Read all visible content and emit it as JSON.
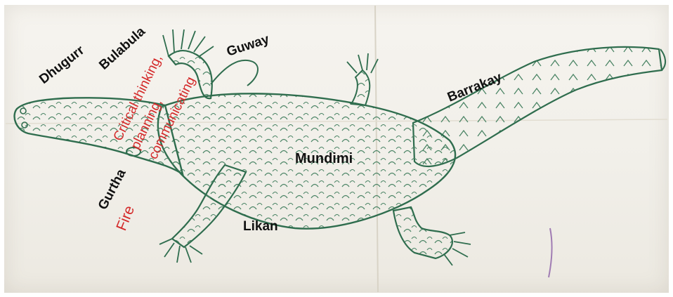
{
  "labels": {
    "dhugurr": "Dhugurr",
    "bulabula": "Bulabula",
    "guway": "Guway",
    "barrakay": "Barrakay",
    "mundimi": "Mundimi",
    "gurtha": "Gurtha",
    "likan": "Likan"
  },
  "red_labels": {
    "critical": "Critical thinking,",
    "planning": "planning,",
    "communicating": "communicating",
    "fire": "Fire"
  },
  "colors": {
    "pencil": "#2f6d4e",
    "pencil_light": "#6e9c84",
    "label_black": "#111111",
    "label_red": "#d42a2a"
  },
  "icons": {
    "drawing": "crocodile-sketch"
  }
}
